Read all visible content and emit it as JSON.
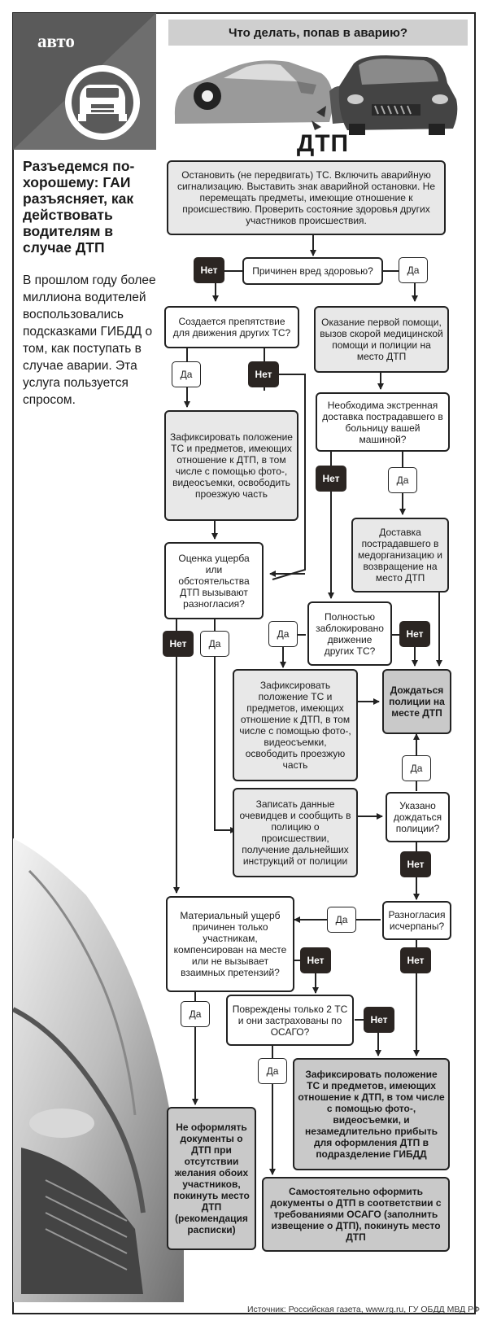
{
  "header": {
    "section_label": "авто",
    "title": "Что делать, попав в аварию?",
    "dtp_label": "ДТП"
  },
  "article": {
    "headline": "Разъедемся по-хорошему: ГАИ разъясняет, как действовать водителям в случае ДТП",
    "lead": "В прошлом году более миллиона водителей воспользовались подсказками ГИБДД о том, как поступать в случае аварии. Эта услуга пользуется спросом."
  },
  "flow": {
    "start": "Остановить (не передвигать) ТС. Включить аварийную сигнализацию. Выставить знак аварийной остановки. Не перемещать предметы, имеющие отношение к происшествию. Проверить состояние здоровья других участников происшествия.",
    "q_health": "Причинен вред здоровью?",
    "q_obstacle": "Создается препятствие для движения других ТС?",
    "a_first_aid": "Оказание первой помощи, вызов скорой медицинской помощи и полиции на место ДТП",
    "q_delivery": "Необходима экстренная доставка пострадавшего в больницу вашей машиной?",
    "a_record_1": "Зафиксировать положение ТС и предметов, имеющих отношение к ДТП, в том числе с помощью фото-, видеосъемки, освободить проезжую часть",
    "a_delivery": "Доставка пострадавшего в медорганизацию и возвращение на место ДТП",
    "q_damage": "Оценка ущерба или обстоятельства ДТП вызывают разногласия?",
    "q_blocked": "Полностью заблокировано движение других ТС?",
    "a_record_2": "Зафиксировать положение ТС и предметов, имеющих отношение к ДТП, в том числе с помощью фото-, видеосъемки, освободить проезжую часть",
    "a_wait": "Дождаться полиции на месте ДТП",
    "a_witnesses": "Записать данные очевидцев и сообщить в полицию о происшествии, получение дальнейших инструкций от полиции",
    "q_told_wait": "Указано дождаться полиции?",
    "q_material": "Материальный ущерб причинен только участникам, компенсирован на месте или не вызывает взаимных претензий?",
    "q_resolved": "Разногласия исчерпаны?",
    "q_two_vehicles": "Повреждены только 2 ТС и они застрахованы по ОСАГО?",
    "a_record_gibdd": "Зафиксировать положение ТС и предметов, имеющих отношение к ДТП, в том числе с помощью фото-, видеосъемки, и незамедлительно прибыть для оформления ДТП в подразделение ГИБДД",
    "a_no_docs": "Не оформлять документы о ДТП при отсутствии желания обоих участников, покинуть место ДТП (рекомендация расписки)",
    "a_self_docs": "Самостоятельно оформить документы о ДТП в соответствии с требованиями ОСАГО (заполнить извещение о ДТП), покинуть место ДТП"
  },
  "labels": {
    "yes": "Да",
    "no": "Нет"
  },
  "source": "Источник: Российская газета, www.rg.ru, ГУ ОБДД МВД РФ",
  "colors": {
    "dark_tag": "#2b2522",
    "gray_box": "#e8e8e8",
    "dark_box": "#c9c9c9",
    "header_bar": "#cfcfcf",
    "logo_bg": "#5a5a5a"
  }
}
